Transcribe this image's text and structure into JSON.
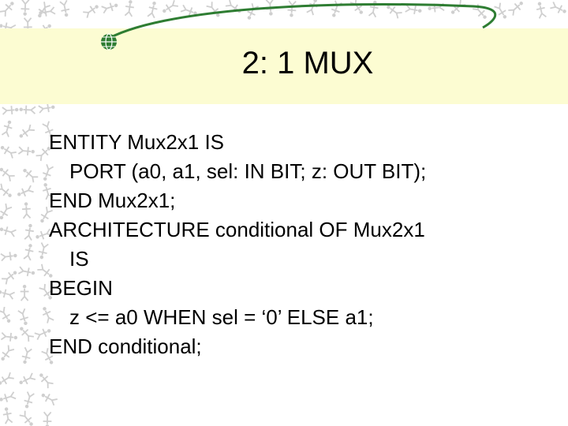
{
  "slide": {
    "title": "2: 1 MUX",
    "lines": [
      "ENTITY Mux2x1 IS",
      "PORT (a0, a1, sel: IN BIT; z: OUT BIT);",
      "END Mux2x1;",
      "ARCHITECTURE conditional OF Mux2x1",
      "IS",
      "BEGIN",
      "z <= a0 WHEN sel = ‘0’ ELSE a1;",
      "END conditional;"
    ]
  },
  "colors": {
    "title_band": "#fcfcd2",
    "accent_green": "#2e7d32",
    "pattern_gray": "#c8c8c8",
    "text": "#000000"
  },
  "icons": [
    "globe-icon",
    "figure-pattern-background"
  ]
}
